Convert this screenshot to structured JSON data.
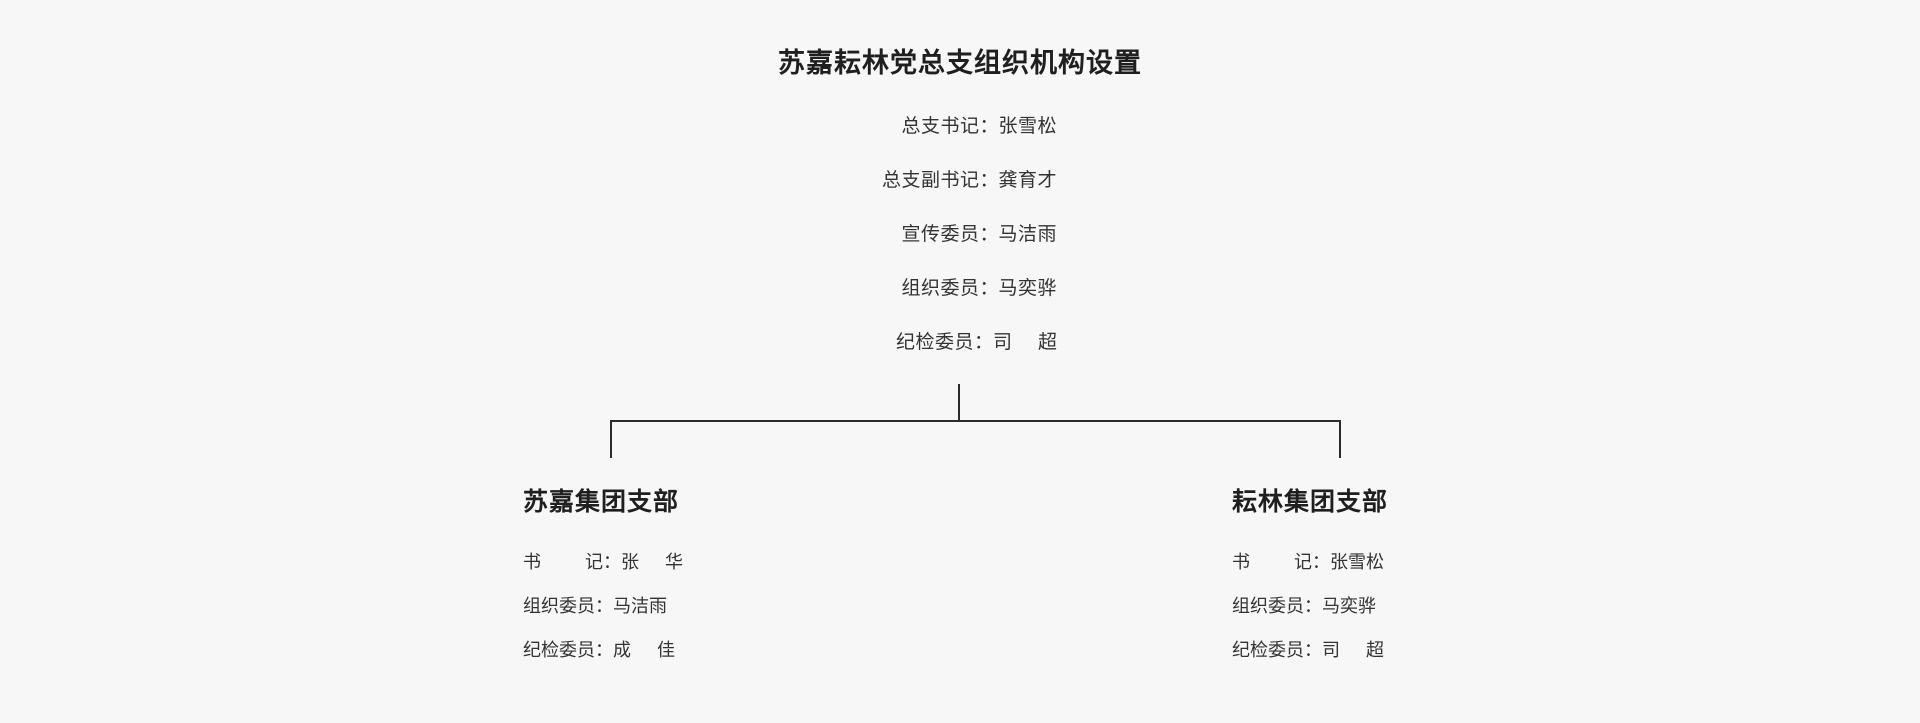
{
  "page": {
    "title": "苏嘉耘林党总支组织机构设置",
    "background_color": "#f7f7f7",
    "text_color": "#333333",
    "line_color": "#2b2b2b"
  },
  "root": {
    "rows": [
      {
        "role": "总支书记",
        "colon": "：",
        "person": "张雪松"
      },
      {
        "role": "总支副书记",
        "colon": "：",
        "person": "龚育才"
      },
      {
        "role": "宣传委员",
        "colon": "：",
        "person": "马洁雨"
      },
      {
        "role": "组织委员",
        "colon": "：",
        "person": "马奕骅"
      },
      {
        "role": "纪检委员",
        "colon": "：",
        "person_first": "司",
        "person_last": "超"
      }
    ]
  },
  "branches": [
    {
      "title": "苏嘉集团支部",
      "rows": [
        {
          "role_first": "书",
          "role_last": "记",
          "colon": "：",
          "person_first": "张",
          "person_last": "华"
        },
        {
          "role": "组织委员",
          "colon": "：",
          "person": "马洁雨"
        },
        {
          "role": "纪检委员",
          "colon": "：",
          "person_first": "成",
          "person_last": "佳"
        }
      ]
    },
    {
      "title": "耘林集团支部",
      "rows": [
        {
          "role_first": "书",
          "role_last": "记",
          "colon": "：",
          "person": "张雪松"
        },
        {
          "role": "组织委员",
          "colon": "：",
          "person": "马奕骅"
        },
        {
          "role": "纪检委员",
          "colon": "：",
          "person_first": "司",
          "person_last": "超"
        }
      ]
    }
  ]
}
